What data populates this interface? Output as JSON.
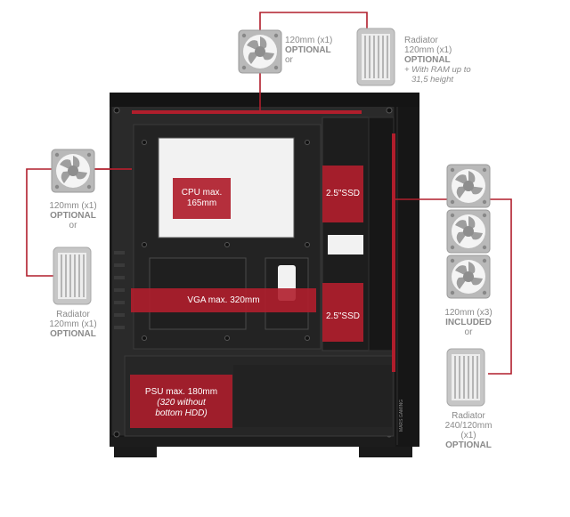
{
  "colors": {
    "accent_red": "#b01e2c",
    "case_dark": "#1c1c1c",
    "label_gray": "#8a8a8a"
  },
  "icons": [
    "fan-icon",
    "radiator-icon"
  ],
  "top": {
    "fan": {
      "line1": "120mm (x1)",
      "line2": "OPTIONAL",
      "line3": "or"
    },
    "radiator": {
      "line1": "Radiator",
      "line2": "120mm (x1)",
      "line3": "OPTIONAL",
      "line4": "+ With RAM up to",
      "line5": "31,5 height"
    }
  },
  "left": {
    "fan": {
      "line1": "120mm (x1)",
      "line2": "OPTIONAL",
      "line3": "or"
    },
    "radiator": {
      "line1": "Radiator",
      "line2": "120mm (x1)",
      "line3": "OPTIONAL"
    }
  },
  "right": {
    "fans": {
      "line1": "120mm (x3)",
      "line2": "INCLUDED",
      "line3": "or"
    },
    "radiator": {
      "line1": "Radiator",
      "line2": "240/120mm",
      "line3": "(x1)",
      "line4": "OPTIONAL"
    }
  },
  "inside": {
    "cpu": {
      "line1": "CPU max.",
      "line2": "165mm"
    },
    "ssd_top": "2.5\"SSD",
    "ssd_bottom": "2.5\"SSD",
    "vga": "VGA max. 320mm",
    "psu": {
      "line1": "PSU max. 180mm",
      "line2": "(320 without",
      "line3": "bottom HDD)"
    },
    "brand": "MARS GAMING"
  }
}
